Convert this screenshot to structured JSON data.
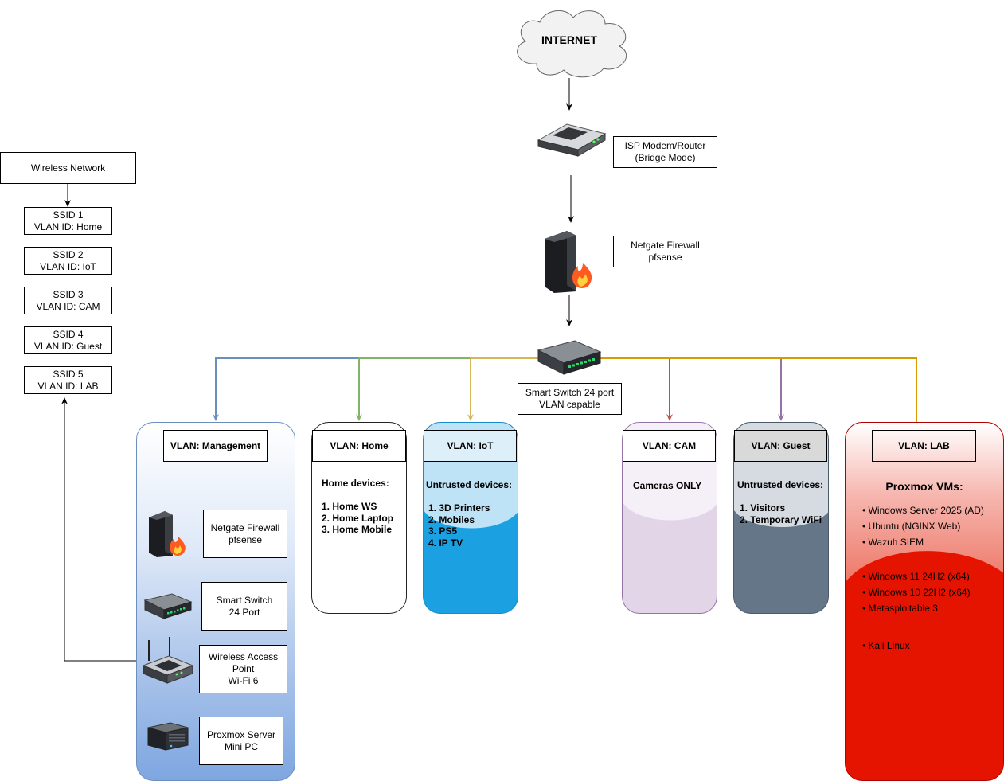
{
  "internet": {
    "label": "INTERNET"
  },
  "modem": {
    "label": "ISP Modem/Router\n(Bridge Mode)"
  },
  "firewall": {
    "label": "Netgate Firewall\npfsense"
  },
  "switch": {
    "label": "Smart Switch 24 port\nVLAN capable"
  },
  "wireless": {
    "title": "Wireless Network",
    "ssids": [
      {
        "label": "SSID 1\nVLAN ID: Home"
      },
      {
        "label": "SSID 2\nVLAN ID: IoT"
      },
      {
        "label": "SSID 3\nVLAN ID: CAM"
      },
      {
        "label": "SSID 4\nVLAN ID: Guest"
      },
      {
        "label": "SSID 5\nVLAN ID: LAB"
      }
    ]
  },
  "vlans": {
    "management": {
      "title": "VLAN: Management",
      "color": "#6c8ebf",
      "devices": [
        {
          "label": "Netgate Firewall\npfsense",
          "icon": "firewall-icon"
        },
        {
          "label": "Smart Switch\n24 Port",
          "icon": "switch-icon"
        },
        {
          "label": "Wireless Access\nPoint\nWi-Fi 6",
          "icon": "wireless-ap-icon"
        },
        {
          "label": "Proxmox Server\nMini PC",
          "icon": "server-icon"
        }
      ]
    },
    "home": {
      "title": "VLAN: Home",
      "color": "#82b366",
      "heading": "Home devices:",
      "items": [
        "1. Home WS",
        "2. Home Laptop",
        "3. Home Mobile"
      ]
    },
    "iot": {
      "title": "VLAN: IoT",
      "color": "#d6b656",
      "heading": "Untrusted devices:",
      "items": [
        "1. 3D Printers",
        "2. Mobiles",
        "3. PS5",
        "4. IP TV"
      ]
    },
    "cam": {
      "title": "VLAN: CAM",
      "color": "#b85450",
      "heading": "Cameras ONLY"
    },
    "guest": {
      "title": "VLAN: Guest",
      "color": "#9673a6",
      "heading": "Untrusted devices:",
      "items": [
        "1. Visitors",
        "2. Temporary WiFi"
      ]
    },
    "lab": {
      "title": "VLAN: LAB",
      "color": "#d79b00",
      "heading": "Proxmox VMs:",
      "items_a": [
        "• Windows Server 2025 (AD)",
        "• Ubuntu (NGINX Web)",
        "• Wazuh SIEM"
      ],
      "items_b": [
        "• Windows 11 24H2 (x64)",
        "• Windows 10 22H2 (x64)",
        "• Metasploitable 3"
      ],
      "items_c": [
        "• Kali Linux"
      ]
    }
  }
}
